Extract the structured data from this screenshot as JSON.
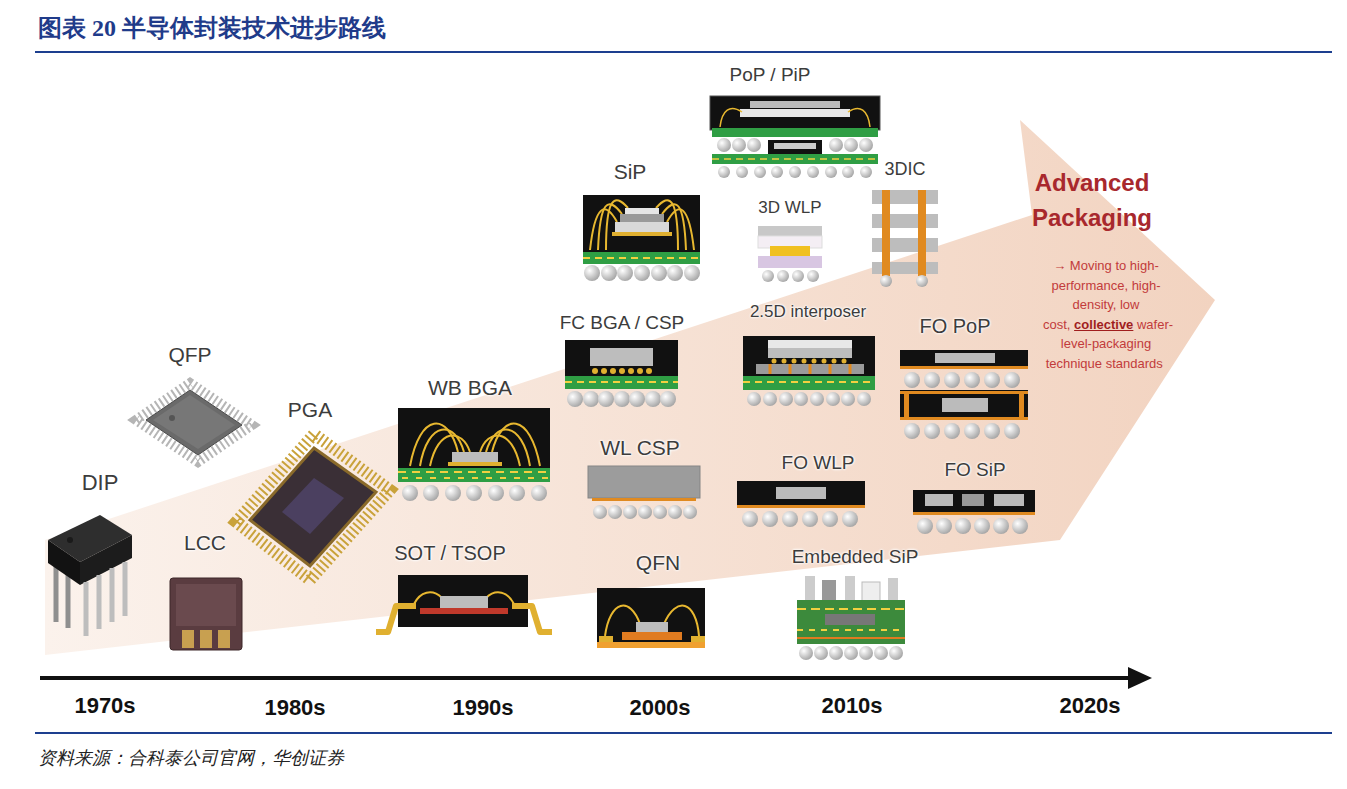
{
  "diagram": {
    "title": "图表 20 半导体封装技术进步路线",
    "caption": "资料来源：合科泰公司官网，华创证券",
    "nodes": [
      {
        "text": [
          "Advanced Packaging",
          "→ Moving to high-performance, high-density, low cost,",
          "collective",
          "wafer-level-packaging technique standards"
        ]
      }
    ],
    "labels": [
      "DIP",
      "QFP",
      "LCC",
      "PGA",
      "WB BGA",
      "SOT / TSOP",
      "SiP",
      "FC BGA / CSP",
      "WL CSP",
      "QFN",
      "PoP / PiP",
      "3D WLP",
      "3DIC",
      "2.5D interposer",
      "FO PoP",
      "FO WLP",
      "FO SiP",
      "Embedded SiP",
      "1970s",
      "1980s",
      "1990s",
      "2000s",
      "2010s",
      "2020s"
    ]
  }
}
